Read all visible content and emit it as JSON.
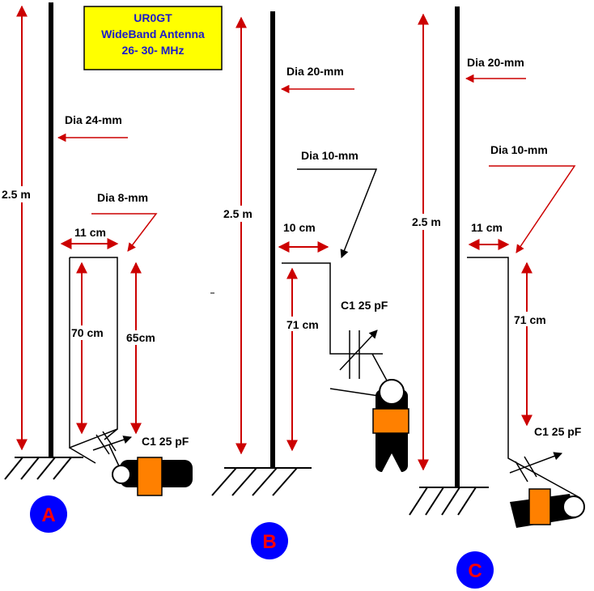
{
  "title": {
    "line1": "UR0GT",
    "line2": "WideBand Antenna",
    "line3": "26- 30- MHz"
  },
  "colors": {
    "title_bg": "#ffff00",
    "title_text": "#1a1acc",
    "dimension_arrow": "#cc0000",
    "badge_bg": "#0000ff",
    "badge_text": "#ff0000",
    "connector": "#ff8000",
    "cable": "#000000"
  },
  "antenna_a": {
    "badge": "A",
    "height": "2.5 m",
    "mast_dia": "Dia 24-mm",
    "element_dia": "Dia 8-mm",
    "gap": "11 cm",
    "loop_length": "70 cm",
    "wire_length": "65cm",
    "capacitor": "C1 25 pF"
  },
  "antenna_b": {
    "badge": "B",
    "height": "2.5 m",
    "mast_dia": "Dia 20-mm",
    "element_dia": "Dia 10-mm",
    "gap": "10 cm",
    "loop_length": "71 cm",
    "capacitor": "C1 25 pF"
  },
  "antenna_c": {
    "badge": "C",
    "height": "2.5 m",
    "mast_dia": "Dia 20-mm",
    "element_dia": "Dia 10-mm",
    "gap": "11 cm",
    "loop_length": "71 cm",
    "capacitor": "C1 25 pF"
  }
}
